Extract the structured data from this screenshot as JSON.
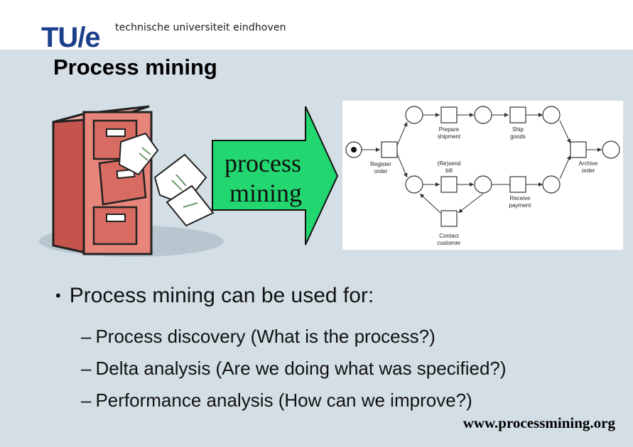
{
  "header": {
    "logo_text": "TU/e",
    "org_name": "technische universiteit eindhoven"
  },
  "slide": {
    "title": "Process mining",
    "arrow_label_line1": "process",
    "arrow_label_line2": "mining",
    "bullet": "Process mining can be used for:",
    "sub_items": [
      "Process discovery (What is the process?)",
      "Delta analysis (Are we doing what was specified?)",
      "Performance analysis (How can we improve?)"
    ],
    "footer_url": "www.processmining.org"
  },
  "petri_net": {
    "transitions": {
      "register": [
        "Register",
        "order"
      ],
      "prepare": [
        "Prepare",
        "shipment"
      ],
      "ship": [
        "Ship",
        "goods"
      ],
      "resend": [
        "(Re)send",
        "bill"
      ],
      "receive": [
        "Receive",
        "payment"
      ],
      "archive": [
        "Archive",
        "order"
      ],
      "contact": [
        "Contact",
        "customer"
      ]
    }
  },
  "colors": {
    "background": "#d3dee5",
    "arrow_fill": "#22d670",
    "cabinet": "#e8857b",
    "header_bg": "#ffffff"
  }
}
